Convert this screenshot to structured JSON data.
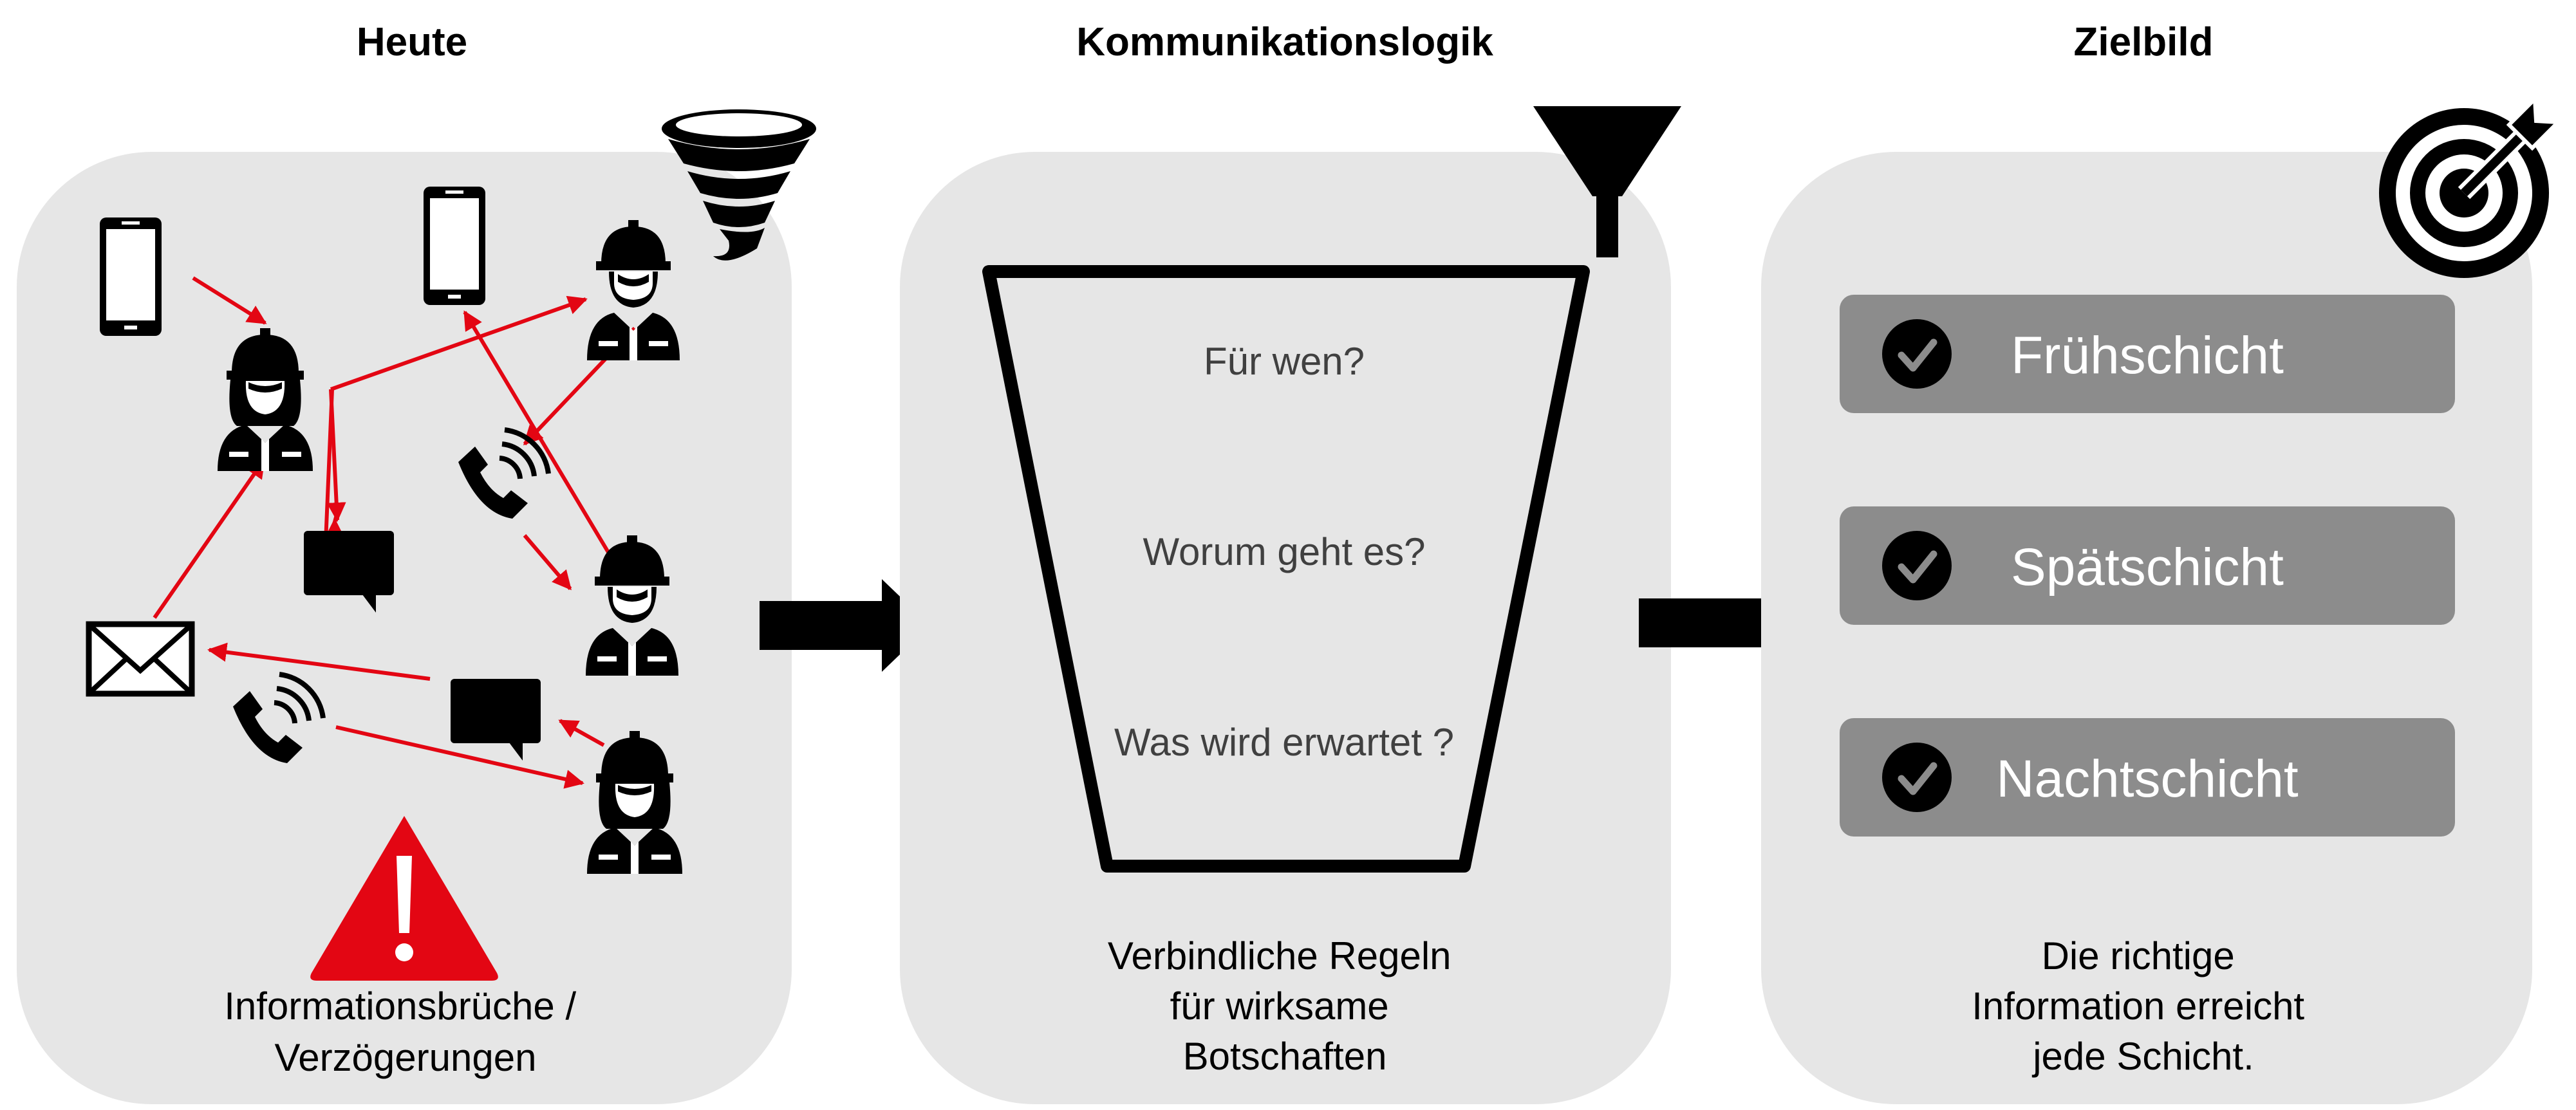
{
  "panels": [
    {
      "title": "Heute",
      "caption_lines": [
        "Informationsbrüche /",
        "Verzögerungen"
      ]
    },
    {
      "title": "Kommunikationslogik",
      "caption_lines": [
        "Verbindliche Regeln",
        "für wirksame",
        "Botschaften"
      ]
    },
    {
      "title": "Zielbild",
      "caption_lines": [
        "Die richtige",
        "Information erreicht",
        "jede Schicht."
      ]
    }
  ],
  "funnel_questions": [
    "Für wen?",
    "Worum geht es?",
    "Was wird erwartet ?"
  ],
  "shifts": [
    "Frühschicht",
    "Spätschicht",
    "Nachtschicht"
  ],
  "colors": {
    "panel_bg": "#e6e6e6",
    "accent_red": "#e30613",
    "shift_bg": "#8c8c8c",
    "question_text": "#404040"
  },
  "icons": [
    "smartphone-icon",
    "worker-icon",
    "phone-call-icon",
    "chat-bubble-icon",
    "envelope-icon",
    "tornado-icon",
    "warning-icon",
    "filter-icon",
    "target-icon",
    "check-icon",
    "arrow-right-icon"
  ]
}
